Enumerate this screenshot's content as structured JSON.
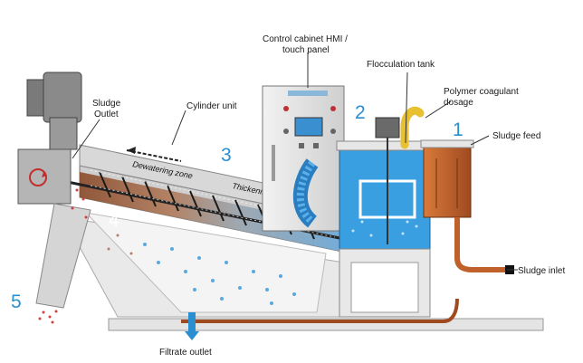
{
  "labels": {
    "control_cabinet_line1": "Control cabinet HMI /",
    "control_cabinet_line2": "touch panel",
    "flocculation_tank": "Flocculation tank",
    "polymer_line1": "Polymer coagulant",
    "polymer_line2": "dosage",
    "sludge_feed": "Sludge feed",
    "sludge_outlet_line1": "Sludge",
    "sludge_outlet_line2": "Outlet",
    "cylinder_unit": "Cylinder unit",
    "dewatering_zone": "Dewatering zone",
    "thickening_zone": "Thickening zone",
    "sludge_inlet": "Sludge inlet",
    "filtrate_outlet": "Filtrate outlet"
  },
  "numbers": {
    "n1": "1",
    "n2": "2",
    "n3": "3",
    "n4": "4",
    "n5": "5"
  },
  "colors": {
    "number_blue": "#2a8fd0",
    "number_white": "#ffffff",
    "tank_blue": "#3a9fe0",
    "feed_copper": "#c0602a",
    "polymer_yellow": "#e8c030",
    "frame_grey": "#dcdcdc",
    "cabinet_grey": "#e6e6e6"
  }
}
